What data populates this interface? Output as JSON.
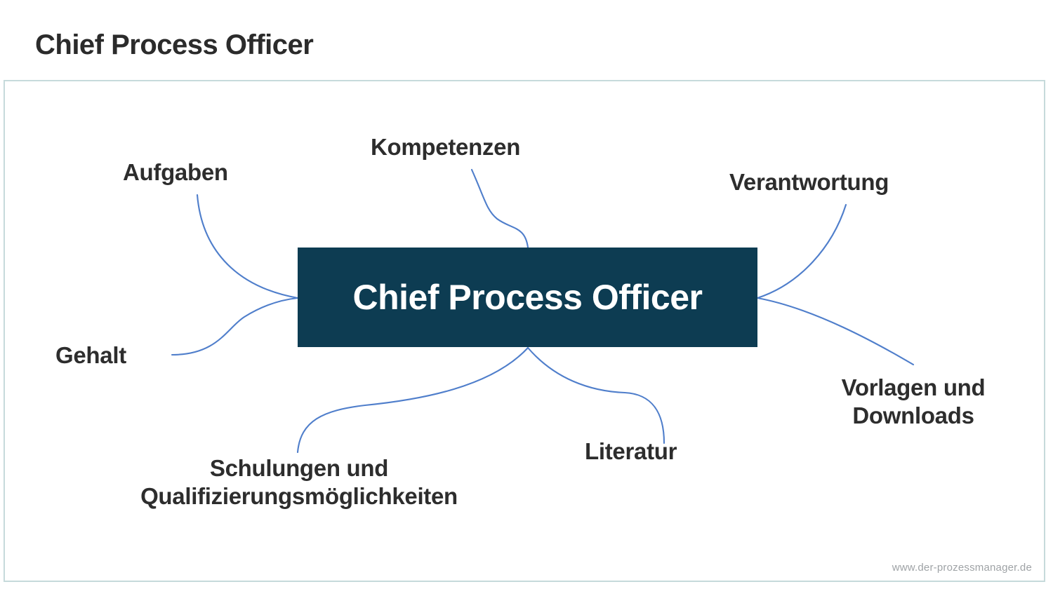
{
  "header": {
    "title": "Chief Process Officer"
  },
  "colors": {
    "center_node_bg": "#0d3c52",
    "center_node_text": "#ffffff",
    "branch_text": "#2d2d2d",
    "connector": "#4f7ecb",
    "frame_border": "#c6dadb",
    "page_bg": "#ffffff",
    "watermark_text": "#9fa3a6"
  },
  "mindmap": {
    "center": {
      "label": "Chief Process Officer"
    },
    "branches": [
      {
        "id": "aufgaben",
        "label": "Aufgaben",
        "position": "upper-left"
      },
      {
        "id": "kompetenzen",
        "label": "Kompetenzen",
        "position": "top"
      },
      {
        "id": "verantwortung",
        "label": "Verantwortung",
        "position": "upper-right"
      },
      {
        "id": "vorlagen",
        "label": "Vorlagen und\nDownloads",
        "position": "lower-right"
      },
      {
        "id": "literatur",
        "label": "Literatur",
        "position": "bottom-right"
      },
      {
        "id": "schulungen",
        "label": "Schulungen und\nQualifizierungsmöglichkeiten",
        "position": "bottom-left"
      },
      {
        "id": "gehalt",
        "label": "Gehalt",
        "position": "lower-left"
      }
    ]
  },
  "footer": {
    "watermark": "www.der-prozessmanager.de"
  }
}
